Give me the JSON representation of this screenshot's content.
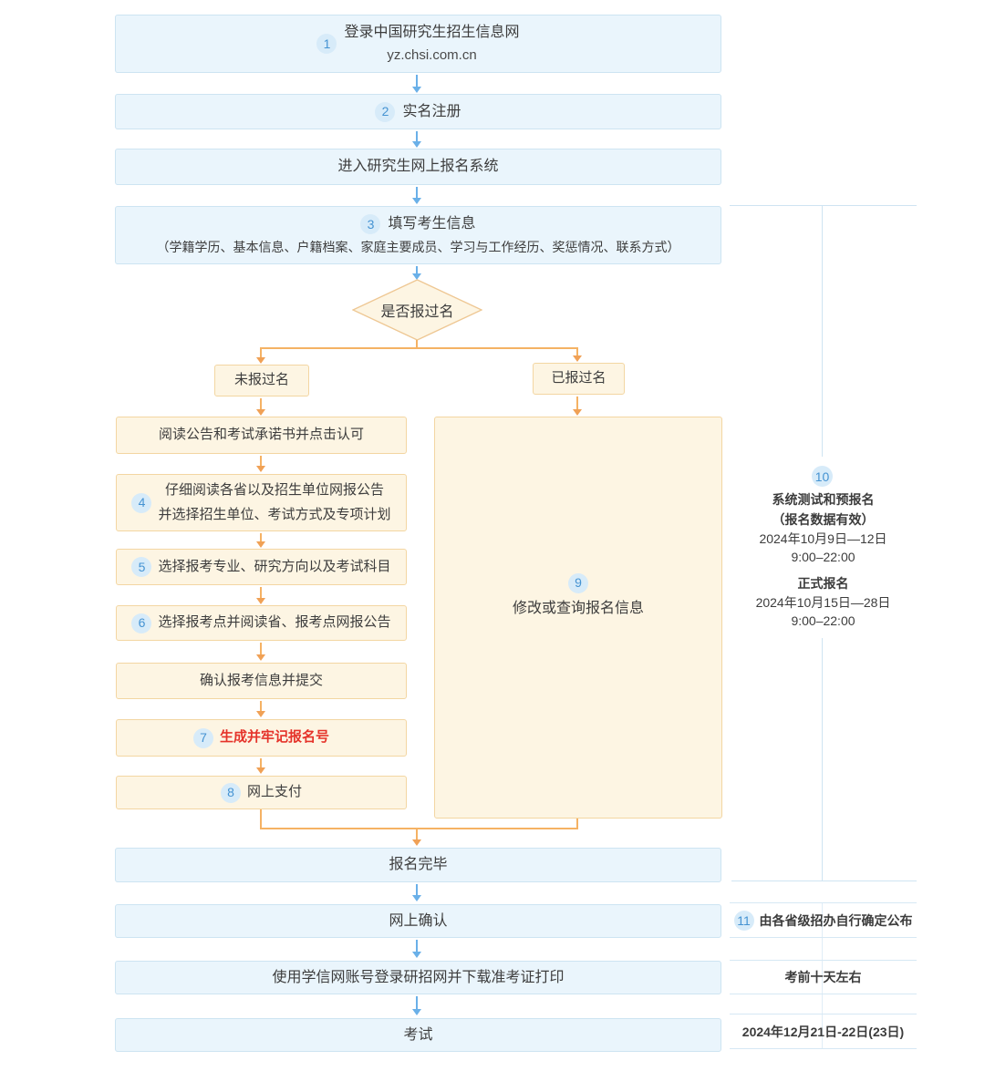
{
  "flow": {
    "step1": {
      "badge": "1",
      "line1": "登录中国研究生招生信息网",
      "line2": "yz.chsi.com.cn"
    },
    "step2": {
      "badge": "2",
      "label": "实名注册"
    },
    "step3": {
      "label": "进入研究生网上报名系统"
    },
    "step4": {
      "badge": "3",
      "line1": "填写考生信息",
      "line2": "（学籍学历、基本信息、户籍档案、家庭主要成员、学习与工作经历、奖惩情况、联系方式）"
    },
    "decision": {
      "label": "是否报过名"
    },
    "branch_no": {
      "label": "未报过名"
    },
    "branch_yes": {
      "label": "已报过名"
    },
    "read_notice": {
      "label": "阅读公告和考试承诺书并点击认可"
    },
    "step5": {
      "badge": "4",
      "line1": "仔细阅读各省以及招生单位网报公告",
      "line2": "并选择招生单位、考试方式及专项计划"
    },
    "step6": {
      "badge": "5",
      "label": "选择报考专业、研究方向以及考试科目"
    },
    "step7": {
      "badge": "6",
      "label": "选择报考点并阅读省、报考点网报公告"
    },
    "confirm_submit": {
      "label": "确认报考信息并提交"
    },
    "step8": {
      "badge": "7",
      "label": "生成并牢记报名号"
    },
    "step9": {
      "badge": "8",
      "label": "网上支付"
    },
    "modify": {
      "badge": "9",
      "label": "修改或查询报名信息"
    },
    "done": {
      "label": "报名完毕"
    },
    "online_confirm": {
      "label": "网上确认"
    },
    "download_print": {
      "label": "使用学信网账号登录研招网并下载准考证打印"
    },
    "exam": {
      "label": "考试"
    }
  },
  "timeline": {
    "badge_test": "10",
    "test_title": "系统测试和预报名",
    "test_note": "（报名数据有效）",
    "test_date": "2024年10月9日—12日",
    "test_time": "9:00–22:00",
    "official_title": "正式报名",
    "official_date": "2024年10月15日—28日",
    "official_time": "9:00–22:00",
    "badge_confirm": "11",
    "confirm_note": "由各省级招办自行确定公布",
    "download_note": "考前十天左右",
    "exam_date": "2024年12月21日-22日(23日)"
  },
  "colors": {
    "blue_box_bg": "#eaf5fc",
    "blue_box_border": "#cde4f2",
    "orange_box_bg": "#fdf5e3",
    "orange_box_border": "#f3d6a2",
    "blue_arrow": "#6ab0e8",
    "orange_arrow": "#f5b264",
    "badge_bg": "#d7ebf9",
    "badge_text": "#4593d2",
    "highlight_red": "#e5332a",
    "timeline_line": "#cfe4f2"
  }
}
